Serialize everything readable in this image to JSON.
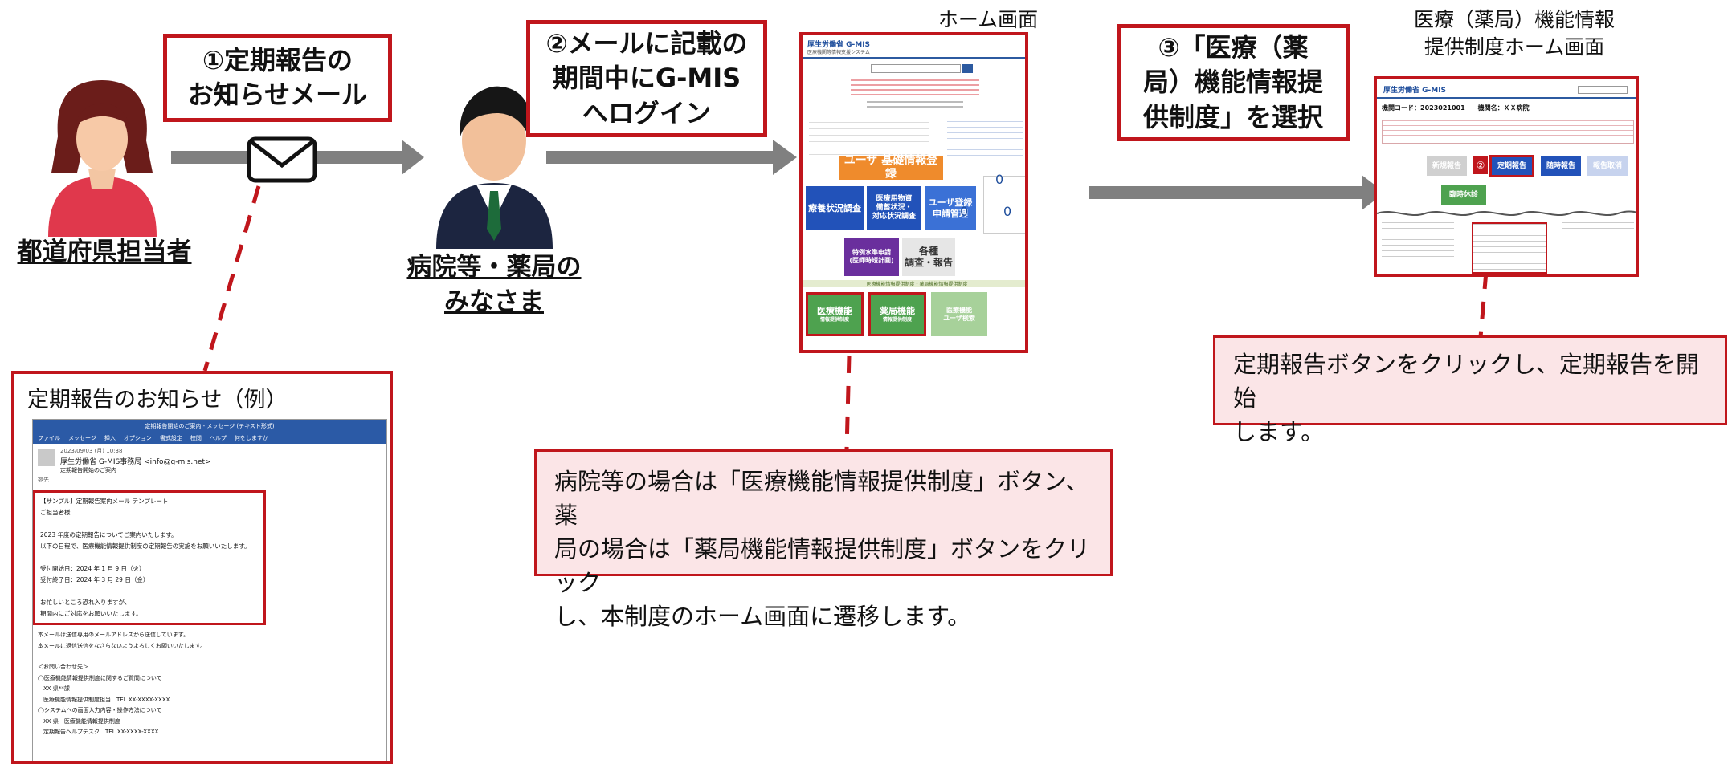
{
  "step1": {
    "label": "①定期報告の\nお知らせメール"
  },
  "step2": {
    "label": "②メールに記載の\n期間中にG-MIS\nへログイン"
  },
  "step3": {
    "label": "③「医療（薬\n局）機能情報提\n供制度」を選択"
  },
  "roles": {
    "prefecture": "都道府県担当者",
    "hospital": "病院等・薬局の\nみなさま"
  },
  "captions": {
    "home": "ホーム画面",
    "system_home": "医療（薬局）機能情報\n提供制度ホーム画面"
  },
  "notes": {
    "home_note": "病院等の場合は「医療機能情報提供制度」ボタン、薬\n局の場合は「薬局機能情報提供制度」ボタンをクリック\nし、本制度のホーム画面に遷移します。",
    "report_note": "定期報告ボタンをクリックし、定期報告を開始\nします。"
  },
  "email_example": {
    "title": "定期報告のお知らせ（例）",
    "window_title": "定期報告開始のご案内 - メッセージ (テキスト形式)",
    "menu": [
      "ファイル",
      "メッセージ",
      "挿入",
      "オプション",
      "書式設定",
      "校閲",
      "ヘルプ",
      "何をしますか"
    ],
    "date": "2023/09/03 (月) 10:38",
    "sender": "厚生労働省 G-MIS事務局 <info@g-mis.net>",
    "subject": "定期報告開始のご案内",
    "to_label": "宛先",
    "body_lines": [
      "【サンプル】定期報告案内メール テンプレート",
      "ご担当者様",
      "",
      "2023 年度の定期報告についてご案内いたします。",
      "以下の日程で、医療機能情報提供制度の定期報告の実施をお願いいたします。",
      "",
      "受付開始日：2024 年 1 月 9 日（火）",
      "受付終了日：2024 年 3 月 29 日（金）",
      "",
      "お忙しいところ恐れ入りますが、",
      "期間内にご対応をお願いいたします。"
    ],
    "footer_lines": [
      "本メールは送信専用のメールアドレスから送信しています。",
      "本メールに返信送信をなさらないようよろしくお願いいたします。",
      "",
      "＜お問い合わせ先＞",
      "◯医療機能情報提供制度に関するご質問について",
      "　XX 県**課",
      "　医療機能情報提供制度担当　TEL XX-XXXX-XXXX",
      "◯システムへの画面入力内容・操作方法について",
      "　XX 県　医療機能情報提供制度",
      "　定期報告ヘルプデスク　TEL XX-XXXX-XXXX"
    ]
  },
  "home_screen": {
    "logo": "厚生労働省 G-MIS",
    "logo_sub": "医療機関等情報支援システム",
    "tiles": {
      "user_basic": "ユーザ 基礎情報登録",
      "medical": "療養状況調査",
      "supplies": "医療用物資\n備蓄状況・\n対応状況調査",
      "user_reg": "ユーザ登録\n申請管理",
      "special": "特例水準申請\n(医師時短計画)",
      "surveys": "各種\n調査・報告",
      "iryo": "医療機能",
      "iryo_sub": "情報提供制度",
      "yakkyoku": "薬局機能",
      "yakkyoku_sub": "情報提供制度",
      "other": "医療機能\nユーザ検索"
    },
    "banner": "医療機能情報提供制度・薬局機能情報提供制度",
    "counts": [
      "0",
      "0",
      "0"
    ]
  },
  "system_screen": {
    "logo": "厚生労働省 G-MIS",
    "code_label": "機関コード：2023021001　　機関名：ＸＸ病院",
    "marker": "②",
    "buttons": [
      "新規報告",
      "定期報告",
      "随時報告",
      "報告取消",
      "臨時休診"
    ]
  }
}
